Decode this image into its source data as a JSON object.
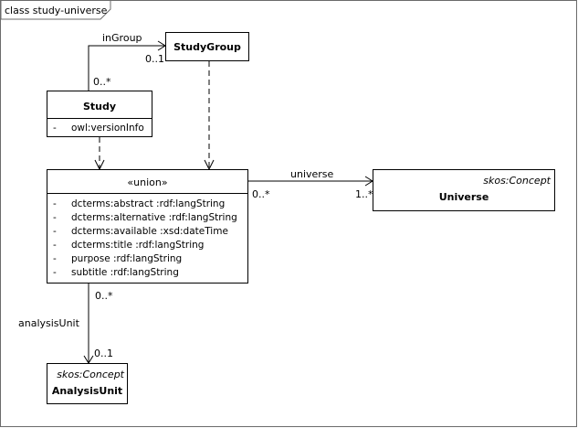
{
  "frame": {
    "title": "class study-universe"
  },
  "classes": {
    "study_group": {
      "name": "StudyGroup"
    },
    "study": {
      "name": "Study",
      "attributes": [
        "owl:versionInfo"
      ]
    },
    "union": {
      "stereotype": "«union»",
      "attributes": [
        "dcterms:abstract :rdf:langString",
        "dcterms:alternative :rdf:langString",
        "dcterms:available :xsd:dateTime",
        "dcterms:title :rdf:langString",
        "purpose :rdf:langString",
        "subtitle :rdf:langString"
      ]
    },
    "universe": {
      "stereotype": "skos:Concept",
      "name": "Universe"
    },
    "analysis_unit": {
      "stereotype": "skos:Concept",
      "name": "AnalysisUnit"
    }
  },
  "associations": {
    "in_group": {
      "label": "inGroup",
      "source_mult": "0..*",
      "target_mult": "0..1"
    },
    "universe": {
      "label": "universe",
      "source_mult": "0..*",
      "target_mult": "1..*"
    },
    "analysis_unit": {
      "label": "analysisUnit",
      "source_mult": "0..*",
      "target_mult": "0..1"
    }
  },
  "attribute_marker": "-"
}
